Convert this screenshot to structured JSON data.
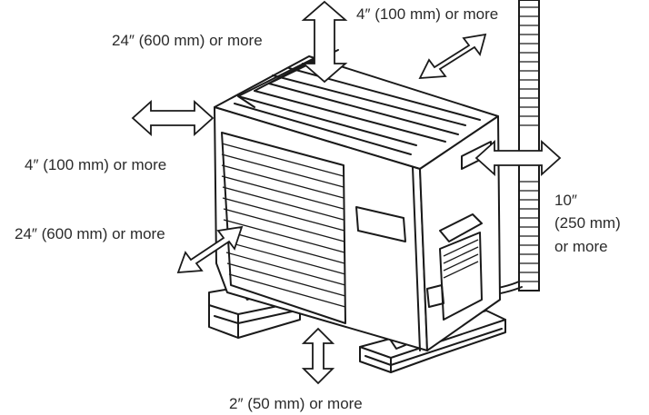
{
  "labels": {
    "top": "24″ (600 mm) or more",
    "rear": "4″ (100 mm) or more",
    "left": "4″ (100 mm) or more",
    "front": "24″ (600 mm) or more",
    "right_line1": "10″",
    "right_line2": "(250 mm)",
    "right_line3": "or more",
    "bottom": "2″ (50 mm) or more"
  }
}
